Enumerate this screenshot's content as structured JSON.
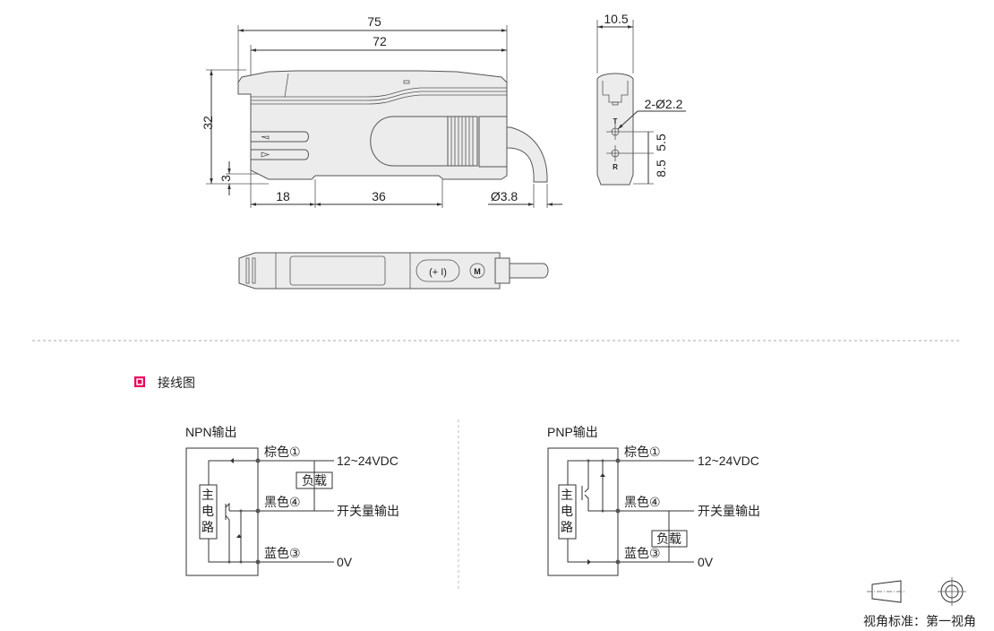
{
  "drawing": {
    "front_dims": {
      "overall_length": "75",
      "body_length": "72",
      "height": "32",
      "foot": "3",
      "left_offset": "18",
      "mount_pitch": "36",
      "cable_diameter": "Ø3.8"
    },
    "side_dims": {
      "width": "10.5",
      "holes": "2-Ø2.2",
      "pitch1": "5.5",
      "pitch2": "8.5",
      "mark_t": "T",
      "mark_r": "R"
    }
  },
  "section": {
    "title": "接线图",
    "accent": "#e6005c"
  },
  "npn": {
    "title": "NPN输出",
    "main_circuit": [
      "主",
      "电",
      "路"
    ],
    "wire_brown": "棕色①",
    "wire_black": "黑色④",
    "wire_blue": "蓝色③",
    "supply": "12~24VDC",
    "output": "开关量输出",
    "ground": "0V",
    "load": "负载"
  },
  "pnp": {
    "title": "PNP输出",
    "main_circuit": [
      "主",
      "电",
      "路"
    ],
    "wire_brown": "棕色①",
    "wire_black": "黑色④",
    "wire_blue": "蓝色③",
    "supply": "12~24VDC",
    "output": "开关量输出",
    "ground": "0V",
    "load": "负载"
  },
  "footnote": "视角标准：第一视角"
}
